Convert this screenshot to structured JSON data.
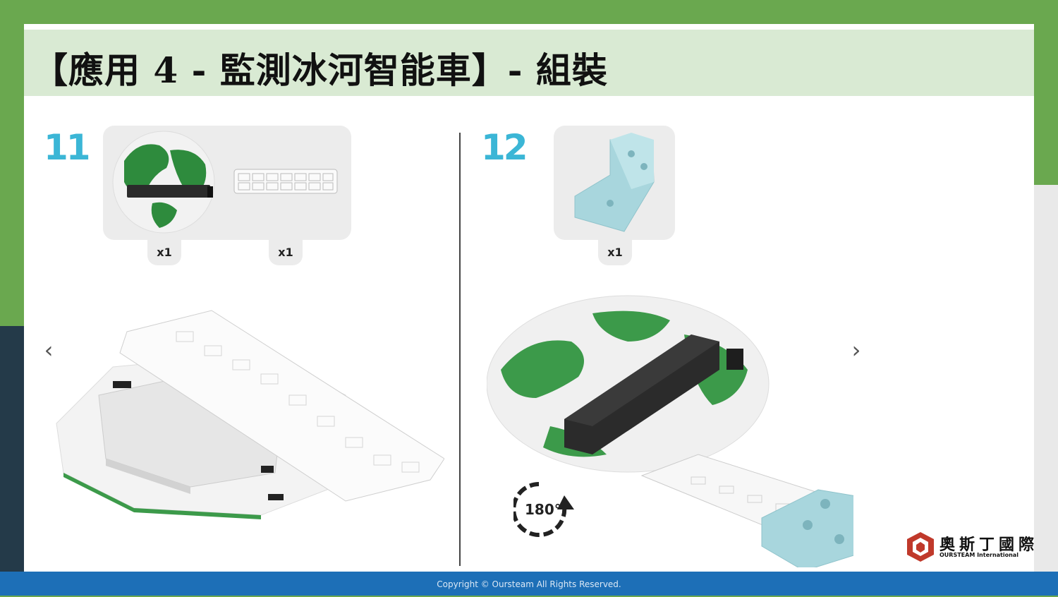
{
  "title": "【應用 4 - 監測冰河智能車】- 組裝",
  "steps": [
    {
      "number": "11",
      "parts": [
        {
          "name": "micro:bit expansion board",
          "qty": "x1"
        },
        {
          "name": "white connector plate",
          "qty": "x1"
        }
      ]
    },
    {
      "number": "12",
      "parts": [
        {
          "name": "blue L-bracket",
          "qty": "x1"
        }
      ],
      "rotation_label": "180°"
    }
  ],
  "nav": {
    "prev_icon": "chevron-left-icon",
    "next_icon": "chevron-right-icon"
  },
  "logo": {
    "name": "奧斯丁國際",
    "subtitle": "OURSTEAM International"
  },
  "footer": "Copyright © Oursteam All Rights Reserved.",
  "colors": {
    "green": "#6aa84f",
    "title_bg": "#d9ead3",
    "step_number": "#3bb6d6",
    "footer": "#1d6fb7",
    "dark": "#243a49"
  }
}
